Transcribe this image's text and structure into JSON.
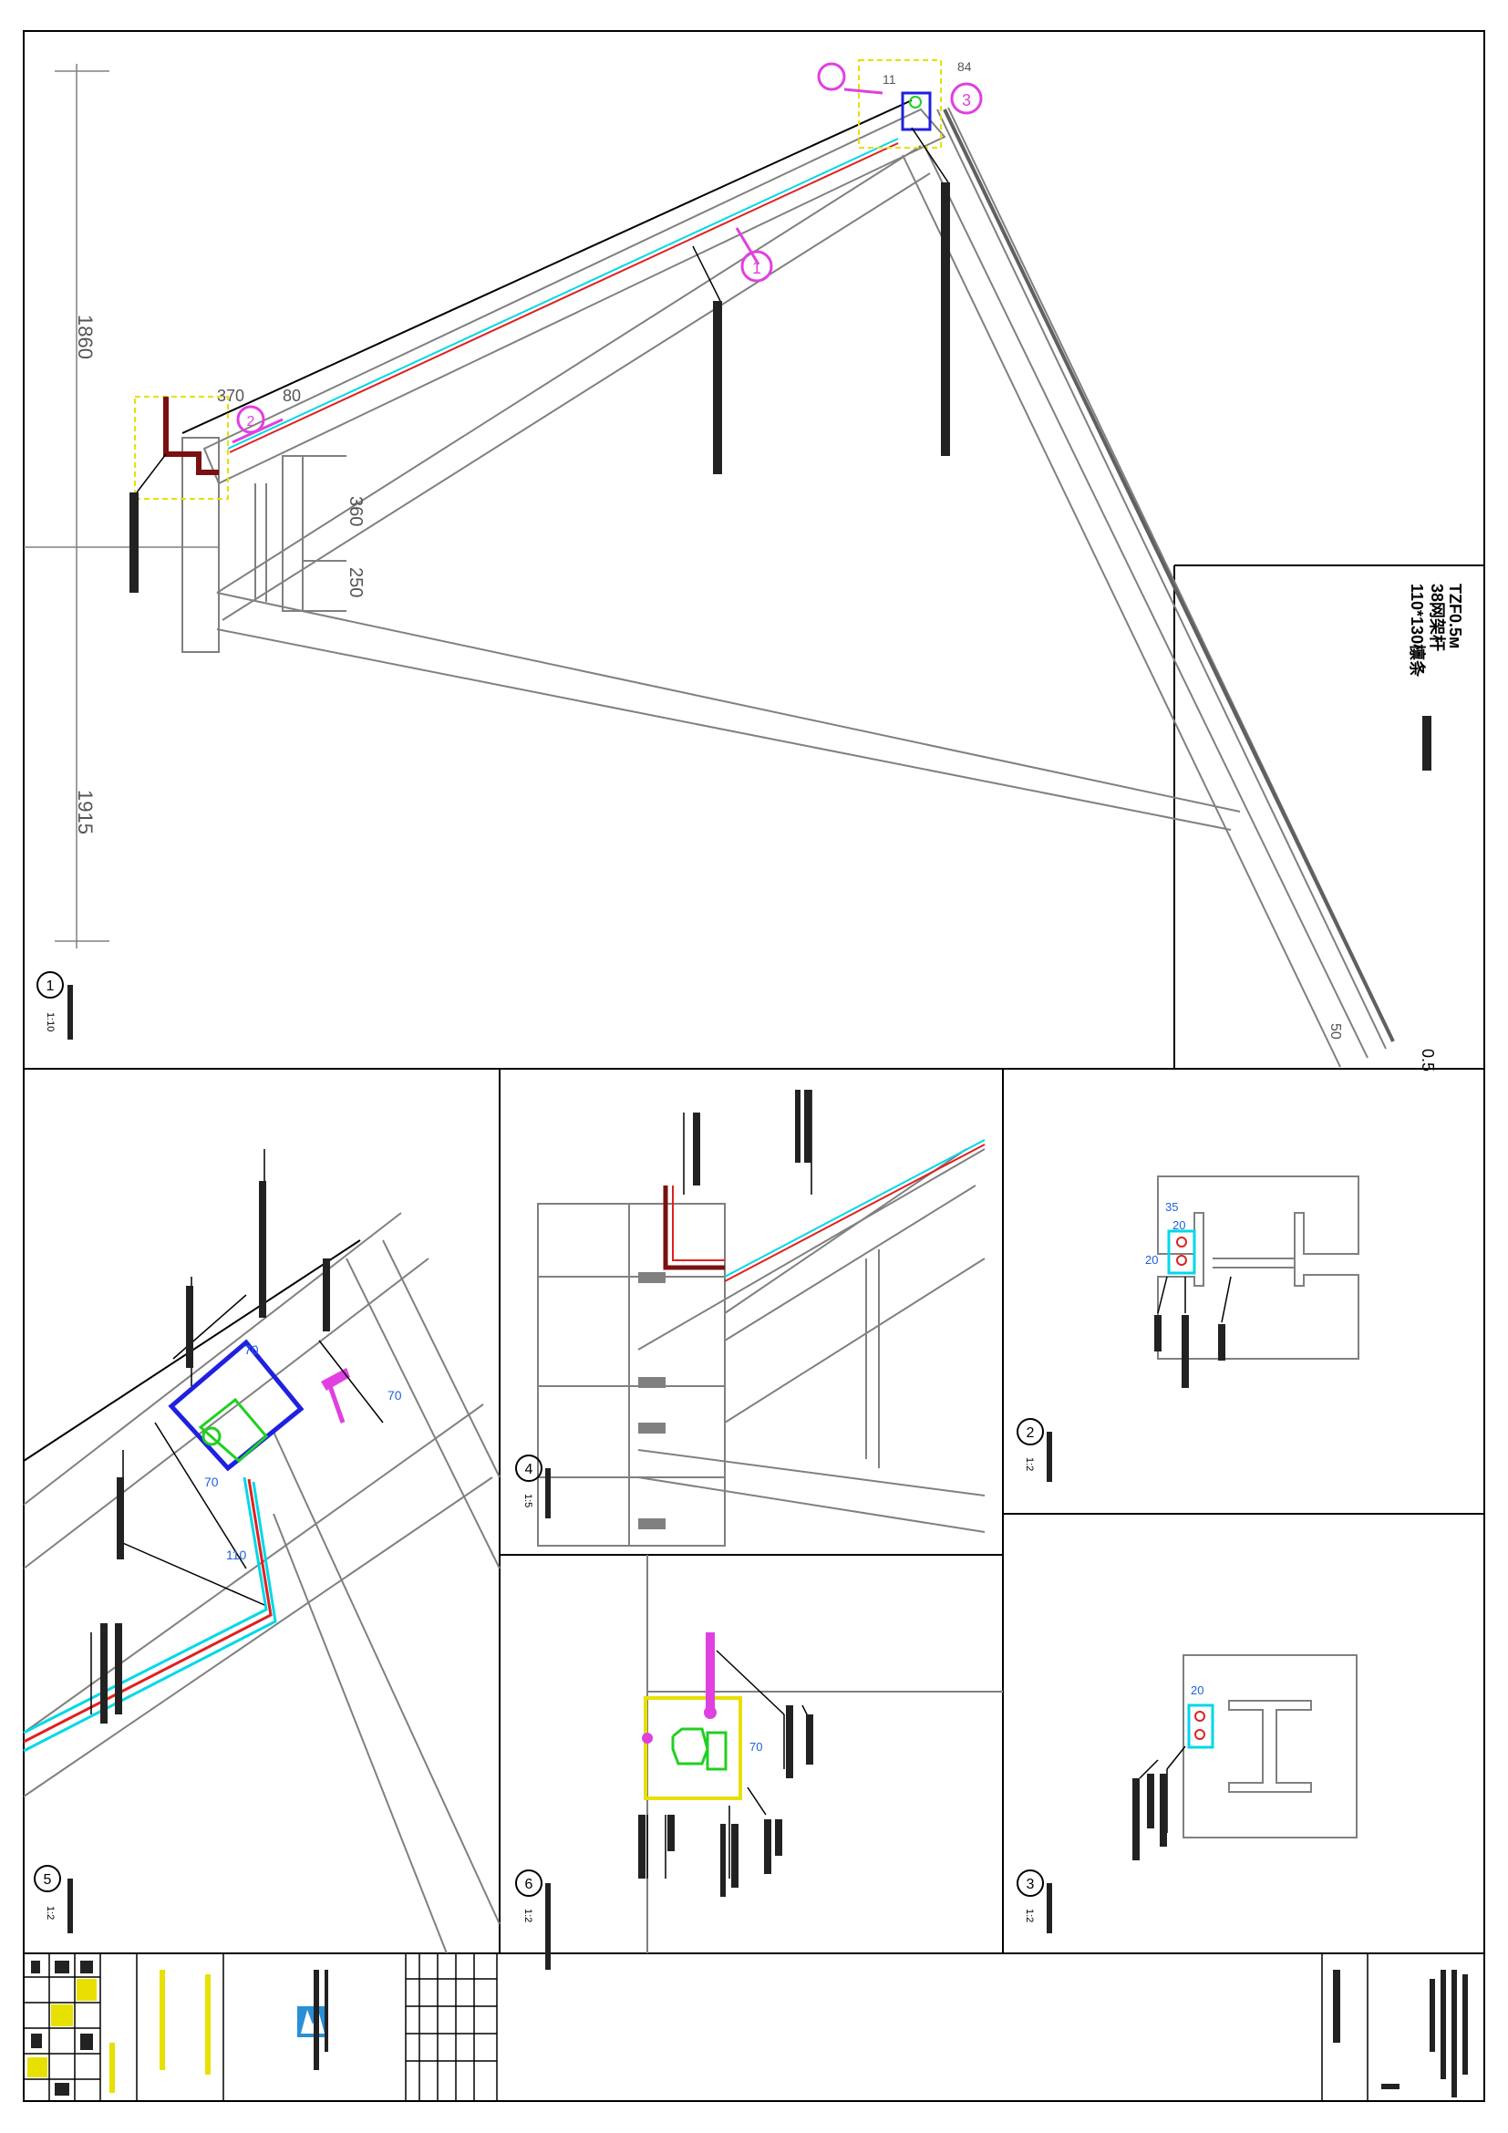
{
  "drawing": {
    "views": [
      {
        "number": "1",
        "scale": "1:10"
      },
      {
        "number": "2",
        "scale": "1:2"
      },
      {
        "number": "3",
        "scale": "1:2"
      },
      {
        "number": "4",
        "scale": "1:5"
      },
      {
        "number": "5",
        "scale": "1:2"
      },
      {
        "number": "6",
        "scale": "1:2"
      }
    ],
    "dimensions": {
      "d1860": "1860",
      "d1915": "1915",
      "d370": "370",
      "d80": "80",
      "d360": "360",
      "d250": "250",
      "d50": "50",
      "d05": "0.5",
      "d11": "11",
      "d84": "84",
      "d20a": "20",
      "d35": "35",
      "d20b": "20",
      "d20c": "20",
      "d70a": "70",
      "d70b": "70",
      "d70c": "70",
      "d110": "110"
    },
    "section_marks": {
      "s1": "1",
      "s2": "2",
      "s3": "3"
    },
    "notes": {
      "n1": "ТZF0.5м",
      "n2": "38网架杆",
      "n3": "110*130檩条",
      "n4": "0.5"
    }
  },
  "colors": {
    "line": "#808080",
    "dark": "#000000",
    "red": "#e02020",
    "cyan": "#00d8e8",
    "magenta": "#e040e0",
    "yellow": "#e8e000",
    "blue": "#2020e0",
    "green": "#20d020",
    "brown": "#7a1010",
    "logo": "#2a8fd6"
  }
}
